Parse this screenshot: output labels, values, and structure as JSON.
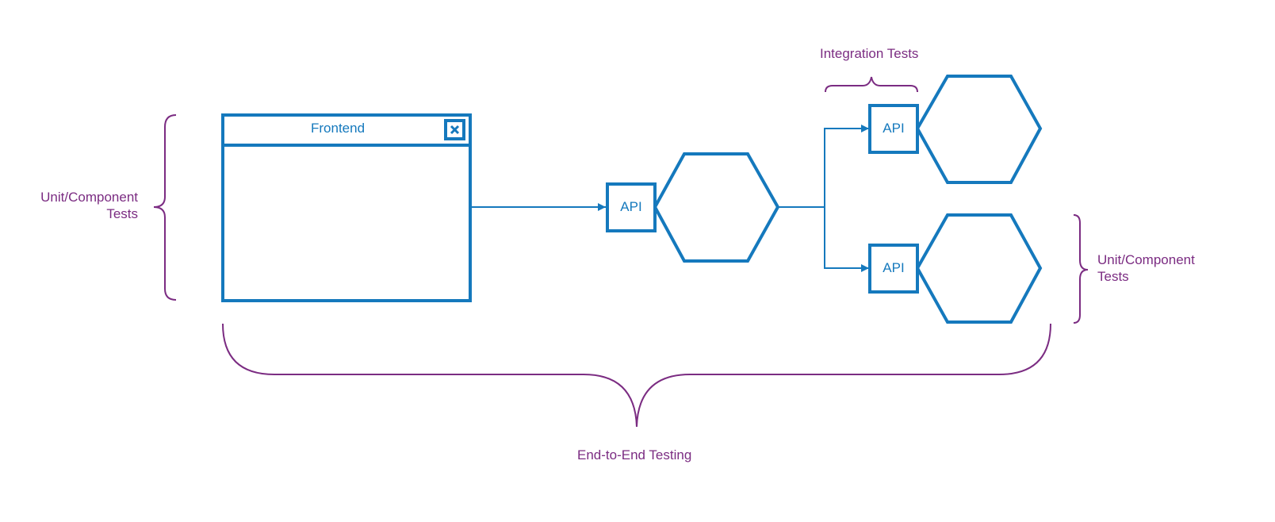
{
  "colors": {
    "structure": "#1579bd",
    "annotation": "#7b2c82"
  },
  "frontend": {
    "title": "Frontend",
    "close_icon": "close-icon"
  },
  "apis": [
    {
      "label": "API"
    },
    {
      "label": "API"
    },
    {
      "label": "API"
    }
  ],
  "annotations": {
    "unit_left": {
      "line1": "Unit/Component",
      "line2": "Tests"
    },
    "integration": "Integration Tests",
    "unit_right": {
      "line1": "Unit/Component",
      "line2": "Tests"
    },
    "e2e": "End-to-End Testing"
  }
}
